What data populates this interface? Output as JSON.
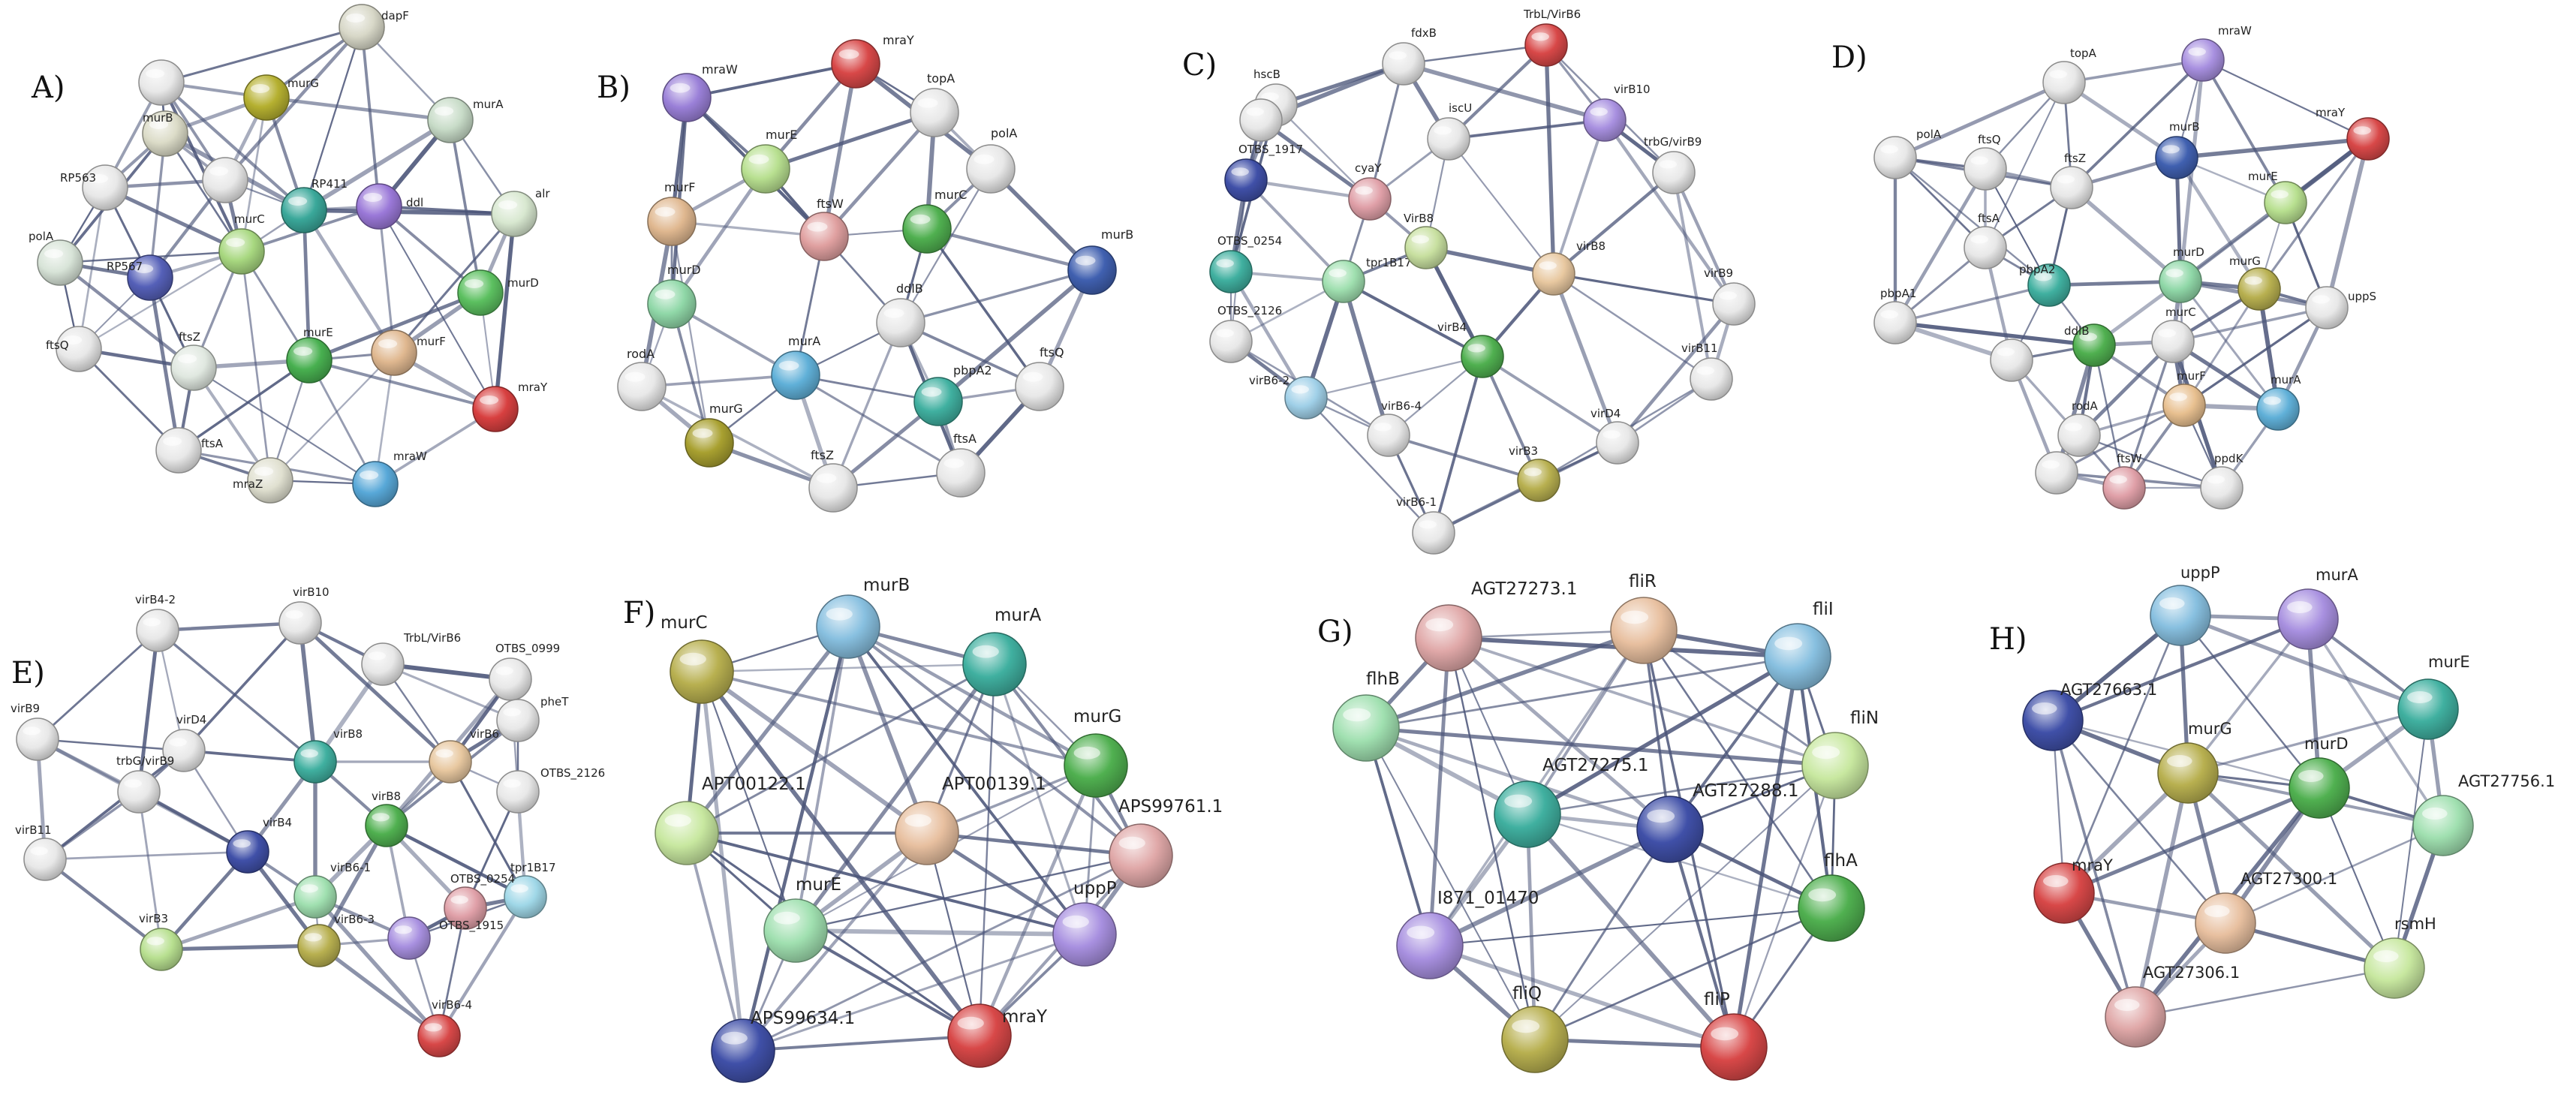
{
  "panels": [
    {
      "letter": "A)",
      "nodes": [
        {
          "id": "dapF",
          "label": "dapF",
          "color": "#d8d8c8"
        },
        {
          "id": "murG",
          "label": "murG",
          "color": "#b5b030"
        },
        {
          "id": "murA",
          "label": "murA",
          "color": "#c8dcc8"
        },
        {
          "id": "murB",
          "label": "murB",
          "color": "#dcdcc8"
        },
        {
          "id": "RP563",
          "label": "RP563",
          "color": "#e8e8e8"
        },
        {
          "id": "RP411",
          "label": "RP411",
          "color": "#3aa89a"
        },
        {
          "id": "ddl",
          "label": "ddl",
          "color": "#9a78d8"
        },
        {
          "id": "alr",
          "label": "alr",
          "color": "#d8e8d0"
        },
        {
          "id": "murC",
          "label": "murC",
          "color": "#a8d880"
        },
        {
          "id": "RP567",
          "label": "RP567",
          "color": "#5560b8"
        },
        {
          "id": "polA",
          "label": "polA",
          "color": "#d8e4d8"
        },
        {
          "id": "murD",
          "label": "murD",
          "color": "#5cc060"
        },
        {
          "id": "ftsQ",
          "label": "ftsQ",
          "color": "#e8e8e8"
        },
        {
          "id": "ftsZ",
          "label": "ftsZ",
          "color": "#e0e8e0"
        },
        {
          "id": "murE",
          "label": "murE",
          "color": "#48b050"
        },
        {
          "id": "murF",
          "label": "murF",
          "color": "#e0b890"
        },
        {
          "id": "mraY",
          "label": "mraY",
          "color": "#d84040"
        },
        {
          "id": "ftsA",
          "label": "ftsA",
          "color": "#e8e8e8"
        },
        {
          "id": "mraZ",
          "label": "mraZ",
          "color": "#e0e0d0"
        },
        {
          "id": "mraW",
          "label": "mraW",
          "color": "#58a8d8"
        },
        {
          "id": "a21",
          "label": "",
          "color": "#e8e8e8"
        },
        {
          "id": "a22",
          "label": "",
          "color": "#e8e8e8"
        }
      ]
    },
    {
      "letter": "B)",
      "nodes": [
        {
          "id": "mraY",
          "label": "mraY",
          "color": "#d84848"
        },
        {
          "id": "mraW",
          "label": "mraW",
          "color": "#9a80d8"
        },
        {
          "id": "topA",
          "label": "topA",
          "color": "#e8e8e8"
        },
        {
          "id": "polA",
          "label": "polA",
          "color": "#e8e8e8"
        },
        {
          "id": "murE",
          "label": "murE",
          "color": "#b8e090"
        },
        {
          "id": "murF",
          "label": "murF",
          "color": "#e0b890"
        },
        {
          "id": "ftsW",
          "label": "ftsW",
          "color": "#e0a0a0"
        },
        {
          "id": "murC",
          "label": "murC",
          "color": "#50b050"
        },
        {
          "id": "murB",
          "label": "murB",
          "color": "#4060b0"
        },
        {
          "id": "murD",
          "label": "murD",
          "color": "#90d8a8"
        },
        {
          "id": "ddlB",
          "label": "ddlB",
          "color": "#e8e8e8"
        },
        {
          "id": "rodA",
          "label": "rodA",
          "color": "#e8e8e8"
        },
        {
          "id": "murA",
          "label": "murA",
          "color": "#60b0d8"
        },
        {
          "id": "pbpA2",
          "label": "pbpA2",
          "color": "#40b0a0"
        },
        {
          "id": "ftsQ",
          "label": "ftsQ",
          "color": "#e8e8e8"
        },
        {
          "id": "murG",
          "label": "murG",
          "color": "#a8a030"
        },
        {
          "id": "ftsA",
          "label": "ftsA",
          "color": "#e8e8e8"
        },
        {
          "id": "ftsZ",
          "label": "ftsZ",
          "color": "#e8e8e8"
        }
      ]
    },
    {
      "letter": "C)",
      "nodes": [
        {
          "id": "fdxB",
          "label": "fdxB",
          "color": "#e8e8e8"
        },
        {
          "id": "TrbL",
          "label": "TrbL/VirB6",
          "color": "#d84848"
        },
        {
          "id": "hscB",
          "label": "hscB",
          "color": "#e8e8e8"
        },
        {
          "id": "virB10",
          "label": "virB10",
          "color": "#a890e0"
        },
        {
          "id": "iscU",
          "label": "iscU",
          "color": "#e8e8e8"
        },
        {
          "id": "OTBS_1917",
          "label": "OTBS_1917",
          "color": "#4050a8"
        },
        {
          "id": "cyaY",
          "label": "cyaY",
          "color": "#e0a0a8"
        },
        {
          "id": "trbG",
          "label": "trbG/virB9",
          "color": "#e8e8e8"
        },
        {
          "id": "OTBS_0254",
          "label": "OTBS_0254",
          "color": "#40b0a0"
        },
        {
          "id": "tpr1B17",
          "label": "tpr1B17",
          "color": "#a0e0b0"
        },
        {
          "id": "VirB8",
          "label": "VirB8",
          "color": "#c8e0a0"
        },
        {
          "id": "virB8",
          "label": "virB8",
          "color": "#e8c8a0"
        },
        {
          "id": "virB9",
          "label": "virB9",
          "color": "#e8e8e8"
        },
        {
          "id": "OTBS_2126",
          "label": "OTBS_2126",
          "color": "#e8e8e8"
        },
        {
          "id": "virB4",
          "label": "virB4",
          "color": "#50b050"
        },
        {
          "id": "virB6-2",
          "label": "virB6-2",
          "color": "#a0d0e8"
        },
        {
          "id": "virB11",
          "label": "virB11",
          "color": "#e8e8e8"
        },
        {
          "id": "virB6-4",
          "label": "virB6-4",
          "color": "#e8e8e8"
        },
        {
          "id": "virD4",
          "label": "virD4",
          "color": "#e8e8e8"
        },
        {
          "id": "virB3",
          "label": "virB3",
          "color": "#b8b050"
        },
        {
          "id": "virB6-1",
          "label": "virB6-1",
          "color": "#e8e8e8"
        },
        {
          "id": "c22",
          "label": "",
          "color": "#e8e8e8"
        }
      ]
    },
    {
      "letter": "D)",
      "nodes": [
        {
          "id": "topA",
          "label": "topA",
          "color": "#e8e8e8"
        },
        {
          "id": "mraW",
          "label": "mraW",
          "color": "#a890e0"
        },
        {
          "id": "mraY",
          "label": "mraY",
          "color": "#d84848"
        },
        {
          "id": "polA",
          "label": "polA",
          "color": "#e8e8e8"
        },
        {
          "id": "ftsQ",
          "label": "ftsQ",
          "color": "#e8e8e8"
        },
        {
          "id": "ftsZ",
          "label": "ftsZ",
          "color": "#e8e8e8"
        },
        {
          "id": "murB",
          "label": "murB",
          "color": "#4060b0"
        },
        {
          "id": "murE",
          "label": "murE",
          "color": "#b8e090"
        },
        {
          "id": "ftsA",
          "label": "ftsA",
          "color": "#e8e8e8"
        },
        {
          "id": "pbpA2",
          "label": "pbpA2",
          "color": "#40b0a0"
        },
        {
          "id": "murD",
          "label": "murD",
          "color": "#90d8a8"
        },
        {
          "id": "murG",
          "label": "murG",
          "color": "#b8b050"
        },
        {
          "id": "uppS",
          "label": "uppS",
          "color": "#e8e8e8"
        },
        {
          "id": "pbpA1",
          "label": "pbpA1",
          "color": "#e8e8e8"
        },
        {
          "id": "ddlB",
          "label": "ddlB",
          "color": "#50b050"
        },
        {
          "id": "murC",
          "label": "murC",
          "color": "#e8e8e8"
        },
        {
          "id": "murF",
          "label": "murF",
          "color": "#e8c090"
        },
        {
          "id": "murA",
          "label": "murA",
          "color": "#60b0d8"
        },
        {
          "id": "rodA",
          "label": "rodA",
          "color": "#e8e8e8"
        },
        {
          "id": "ftsW",
          "label": "ftsW",
          "color": "#e0a0a8"
        },
        {
          "id": "ppdK",
          "label": "ppdK",
          "color": "#e8e8e8"
        },
        {
          "id": "d22",
          "label": "",
          "color": "#e8e8e8"
        },
        {
          "id": "d23",
          "label": "",
          "color": "#e8e8e8"
        }
      ]
    },
    {
      "letter": "E)",
      "nodes": [
        {
          "id": "virB4-2",
          "label": "virB4-2",
          "color": "#e8e8e8"
        },
        {
          "id": "virB10",
          "label": "virB10",
          "color": "#e8e8e8"
        },
        {
          "id": "TrbL",
          "label": "TrbL/VirB6",
          "color": "#e8e8e8"
        },
        {
          "id": "OTBS_0999",
          "label": "OTBS_0999",
          "color": "#e8e8e8"
        },
        {
          "id": "pheT",
          "label": "pheT",
          "color": "#e8e8e8"
        },
        {
          "id": "virB9",
          "label": "virB9",
          "color": "#e8e8e8"
        },
        {
          "id": "virD4",
          "label": "virD4",
          "color": "#e8e8e8"
        },
        {
          "id": "virB8a",
          "label": "virB8",
          "color": "#40b0a0"
        },
        {
          "id": "virB6",
          "label": "virB6",
          "color": "#e8c8a0"
        },
        {
          "id": "OTBS_2126",
          "label": "OTBS_2126",
          "color": "#e8e8e8"
        },
        {
          "id": "trbG",
          "label": "trbG/virB9",
          "color": "#e8e8e8"
        },
        {
          "id": "virB8b",
          "label": "virB8",
          "color": "#50b050"
        },
        {
          "id": "virB11",
          "label": "virB11",
          "color": "#e8e8e8"
        },
        {
          "id": "virB4",
          "label": "virB4",
          "color": "#4050a8"
        },
        {
          "id": "tpr1B17",
          "label": "tpr1B17",
          "color": "#a0d8e8"
        },
        {
          "id": "OTBS_0254",
          "label": "OTBS_0254",
          "color": "#e0a0a8"
        },
        {
          "id": "virB6-1",
          "label": "virB6-1",
          "color": "#a0e0b0"
        },
        {
          "id": "OTBS",
          "label": "OTBS_1915",
          "color": "#a890e0"
        },
        {
          "id": "virB3",
          "label": "virB3",
          "color": "#b8e090"
        },
        {
          "id": "virB6-3",
          "label": "virB6-3",
          "color": "#b8b050"
        },
        {
          "id": "virB6-4",
          "label": "virB6-4",
          "color": "#d84848"
        }
      ]
    },
    {
      "letter": "F)",
      "nodes": [
        {
          "id": "murB",
          "label": "murB",
          "color": "#88c0e0"
        },
        {
          "id": "murC",
          "label": "murC",
          "color": "#b8b050"
        },
        {
          "id": "murA",
          "label": "murA",
          "color": "#40b0a0"
        },
        {
          "id": "murG",
          "label": "murG",
          "color": "#50b050"
        },
        {
          "id": "APT00122.1",
          "label": "APT00122.1",
          "color": "#c8e8a0"
        },
        {
          "id": "APT00139.1",
          "label": "APT00139.1",
          "color": "#e8c0a0"
        },
        {
          "id": "APS99761.1",
          "label": "APS99761.1",
          "color": "#e0a8a8"
        },
        {
          "id": "murE",
          "label": "murE",
          "color": "#a0e0b0"
        },
        {
          "id": "uppP",
          "label": "uppP",
          "color": "#a890e0"
        },
        {
          "id": "APS99634.1",
          "label": "APS99634.1",
          "color": "#4050a8"
        },
        {
          "id": "mraY",
          "label": "mraY",
          "color": "#d84848"
        }
      ]
    },
    {
      "letter": "G)",
      "nodes": [
        {
          "id": "AGT27273.1",
          "label": "AGT27273.1",
          "color": "#e0a8a8"
        },
        {
          "id": "fliR",
          "label": "fliR",
          "color": "#e8c0a0"
        },
        {
          "id": "fliI",
          "label": "fliI",
          "color": "#88c0e0"
        },
        {
          "id": "flhB",
          "label": "flhB",
          "color": "#a0e0b0"
        },
        {
          "id": "fliN",
          "label": "fliN",
          "color": "#c8e8a0"
        },
        {
          "id": "AGT27275.1",
          "label": "AGT27275.1",
          "color": "#40b0a0"
        },
        {
          "id": "AGT27288.1",
          "label": "AGT27288.1",
          "color": "#4050a8"
        },
        {
          "id": "I871_01470",
          "label": "I871_01470",
          "color": "#a890e0"
        },
        {
          "id": "flhA",
          "label": "flhA",
          "color": "#50b050"
        },
        {
          "id": "fliQ",
          "label": "fliQ",
          "color": "#b8b050"
        },
        {
          "id": "fliP",
          "label": "fliP",
          "color": "#d84848"
        }
      ]
    },
    {
      "letter": "H)",
      "nodes": [
        {
          "id": "uppP",
          "label": "uppP",
          "color": "#88c0e0"
        },
        {
          "id": "murA",
          "label": "murA",
          "color": "#a890e0"
        },
        {
          "id": "AGT27663.1",
          "label": "AGT27663.1",
          "color": "#4050a8"
        },
        {
          "id": "murE",
          "label": "murE",
          "color": "#40b0a0"
        },
        {
          "id": "murG",
          "label": "murG",
          "color": "#b8b050"
        },
        {
          "id": "murD",
          "label": "murD",
          "color": "#50b050"
        },
        {
          "id": "AGT27756.1",
          "label": "AGT27756.1",
          "color": "#a0e0b0"
        },
        {
          "id": "mraY",
          "label": "mraY",
          "color": "#d84848"
        },
        {
          "id": "AGT27300.1",
          "label": "AGT27300.1",
          "color": "#e8c0a0"
        },
        {
          "id": "rsmH",
          "label": "rsmH",
          "color": "#c8e8a0"
        },
        {
          "id": "AGT27306.1",
          "label": "AGT27306.1",
          "color": "#e0a8a8"
        }
      ]
    }
  ]
}
